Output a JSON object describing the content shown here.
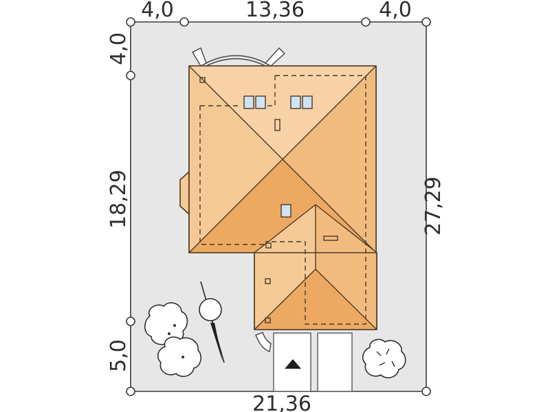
{
  "dimensions": {
    "top_left": "4,0",
    "top_middle": "13,36",
    "top_right": "4,0",
    "bottom_total": "21,36",
    "left_top": "4,0",
    "left_middle": "18,29",
    "left_bottom": "5,0",
    "right_total": "27,29"
  },
  "colors": {
    "plot_fill": "#e7e7e7",
    "roof_light": "#f5c996",
    "roof_mid": "#f2bb7e",
    "roof_dark": "#eda862",
    "entrance": "#ffffff"
  },
  "icons": {
    "north_arrow": "compass-north-arrow-icon",
    "entrance": "triangle-up-icon",
    "trees": "tree-icon"
  }
}
